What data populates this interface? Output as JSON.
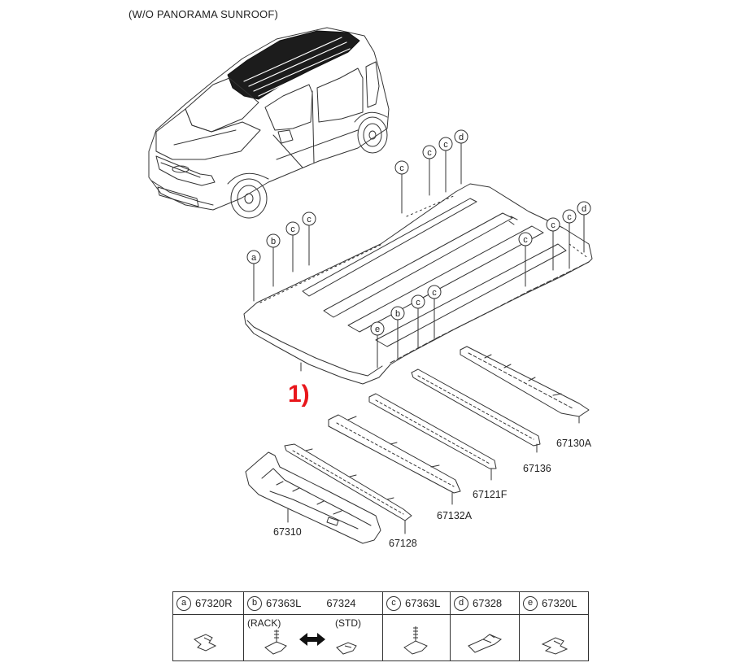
{
  "caption": "(W/O PANORAMA SUNROOF)",
  "callout": "1)",
  "colors": {
    "callout": "#e8161b",
    "roof_glass": "#1c1c1c",
    "line": "#333333"
  },
  "parts": {
    "p67130A": "67130A",
    "p67136": "67136",
    "p67121F": "67121F",
    "p67132A": "67132A",
    "p67128": "67128",
    "p67310": "67310"
  },
  "marker_letters": {
    "a": "a",
    "b": "b",
    "c": "c",
    "d": "d",
    "e": "e"
  },
  "legend": {
    "a": {
      "key": "a",
      "part": "67320R"
    },
    "b": {
      "key": "b",
      "part": "67363L",
      "part2": "67324",
      "rack": "(RACK)",
      "std": "(STD)"
    },
    "c": {
      "key": "c",
      "part": "67363L"
    },
    "d": {
      "key": "d",
      "part": "67328"
    },
    "e": {
      "key": "e",
      "part": "67320L"
    }
  }
}
